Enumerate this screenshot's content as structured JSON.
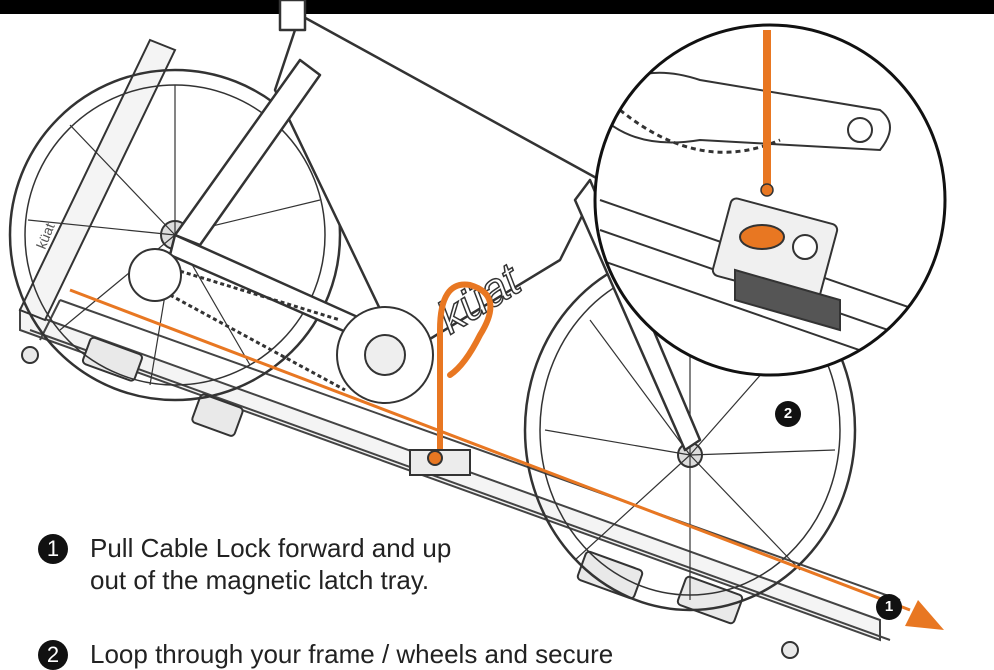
{
  "brand_wordmark": "küat",
  "rack_wordmark": "küat",
  "colors": {
    "accent_orange": "#E87722",
    "ink": "#111111",
    "outline": "#444444"
  },
  "callouts": {
    "badge_1": "1",
    "badge_2": "2"
  },
  "steps": [
    {
      "number": "1",
      "text": "Pull Cable Lock forward and up\nout of the magnetic latch tray."
    },
    {
      "number": "2",
      "text": "Loop through your frame / wheels and secure"
    }
  ]
}
